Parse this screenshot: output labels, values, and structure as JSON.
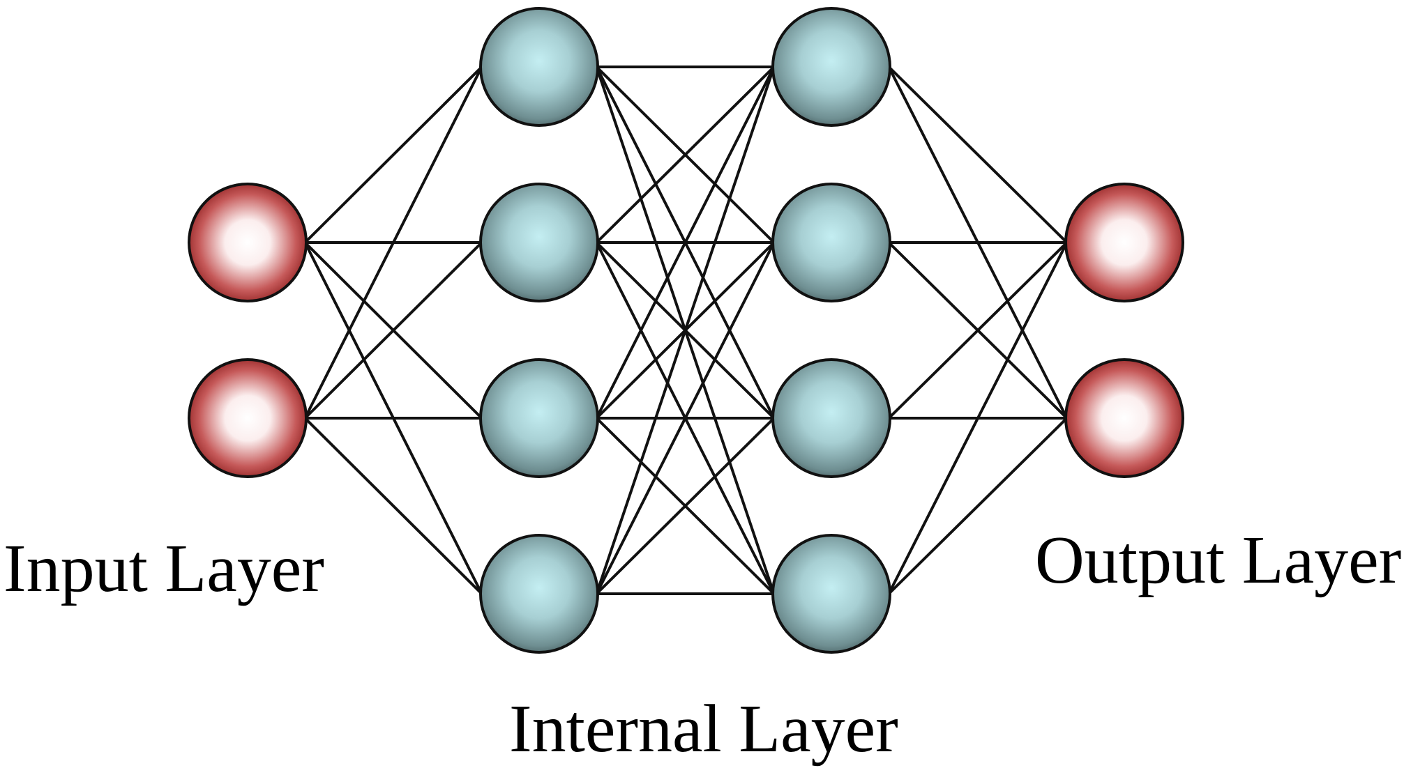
{
  "labels": {
    "input": "Input Layer",
    "internal": "Internal Layer",
    "output": "Output Layer"
  },
  "network": {
    "layers": [
      {
        "name": "input",
        "node_count": 2,
        "kind": "io"
      },
      {
        "name": "internal-1",
        "node_count": 4,
        "kind": "hidden"
      },
      {
        "name": "internal-2",
        "node_count": 4,
        "kind": "hidden"
      },
      {
        "name": "output",
        "node_count": 2,
        "kind": "io"
      }
    ],
    "connections": "fully-connected between adjacent layers"
  },
  "colors": {
    "io_node_center": "#ffffff",
    "io_node_edge": "#a52a2a",
    "hidden_node_center": "#bfe6ea",
    "hidden_node_edge": "#4f6b6e",
    "stroke": "#111111",
    "background": "#ffffff"
  }
}
